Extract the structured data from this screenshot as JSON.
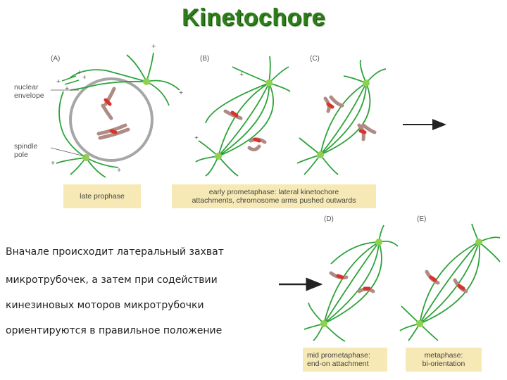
{
  "title": "Kinetochore",
  "panels": {
    "a": "(A)",
    "b": "(B)",
    "c": "(C)",
    "d": "(D)",
    "e": "(E)"
  },
  "labels": {
    "nuclear_line1": "nuclear",
    "nuclear_line2": "envelope",
    "spindle_line1": "spindle",
    "spindle_line2": "pole"
  },
  "plus_sign": "+",
  "captions": {
    "late_prophase": "late prophase",
    "early_line1": "early prometaphase: lateral kinetochore",
    "early_line2": "attachments, chromosome arms pushed outwards",
    "mid_line1": "mid prometaphase:",
    "mid_line2": "end-on attachment",
    "meta_line1": "metaphase:",
    "meta_line2": "bi-orientation"
  },
  "text_lines": [
    "Вначале происходит латеральный захват",
    "микротрубочек, а затем при содействии",
    "кинезиновых моторов микротрубочки",
    "ориентируются в правильное положение"
  ],
  "colors": {
    "title": "#2e7d1b",
    "microtubule": "#2da33a",
    "pole": "#8fd14f",
    "chromosome": "#b08a84",
    "kinetochore": "#d8322b",
    "caption_bg": "#f6e9b5",
    "envelope": "#a6a6a6"
  }
}
